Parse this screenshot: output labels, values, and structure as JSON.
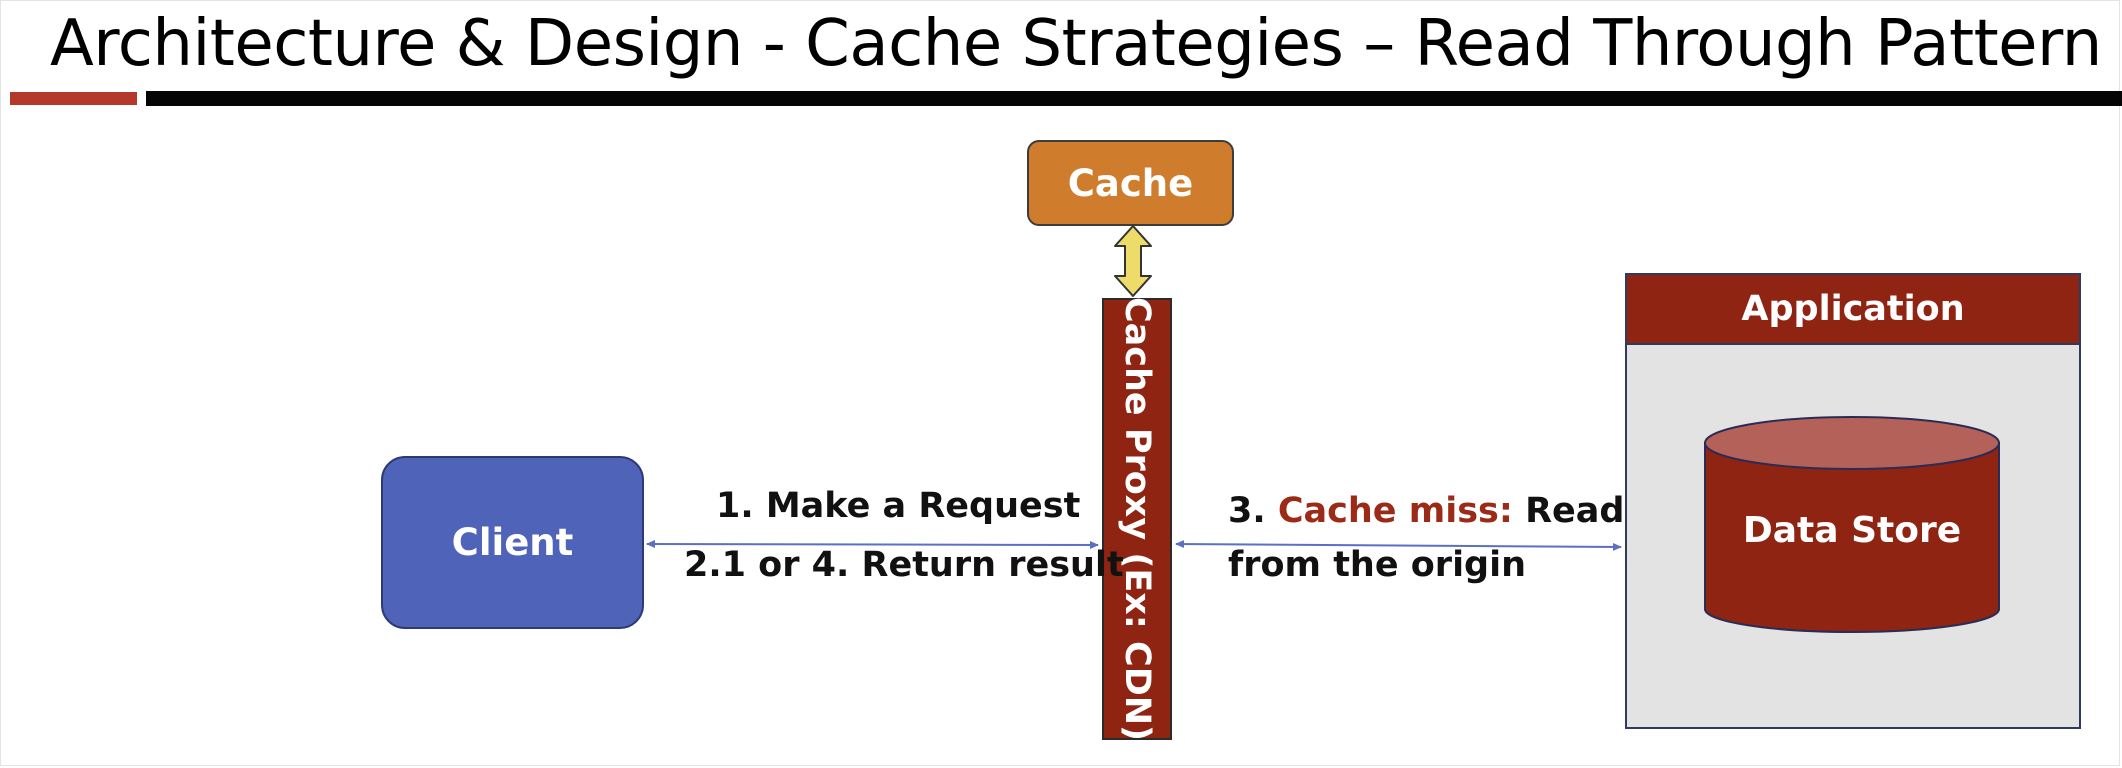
{
  "slide": {
    "title": "Architecture & Design  - Cache Strategies – Read Through Pattern"
  },
  "nodes": {
    "cache": "Cache",
    "proxy": "Cache Proxy (Ex: CDN)",
    "client": "Client",
    "application": "Application",
    "data_store": "Data Store"
  },
  "edges": {
    "request": "1. Make a Request",
    "return": "2.1 or 4. Return result",
    "miss_step": "3.",
    "miss_highlight": "Cache miss:",
    "miss_rest_1": "Read",
    "miss_rest_2": "from the origin"
  },
  "colors": {
    "cache": "#cf7c2d",
    "proxy": "#8f2412",
    "client": "#4f63b8",
    "application_header": "#8f2412",
    "data_store": "#8f2412",
    "data_store_top": "#b4615a",
    "cache_arrow": "#eedc6a",
    "connector": "#5b6fc4",
    "accent_rule": "#b5392a"
  },
  "icons": {
    "cache_link": "double-arrow-vertical",
    "data_store": "database-cylinder"
  }
}
